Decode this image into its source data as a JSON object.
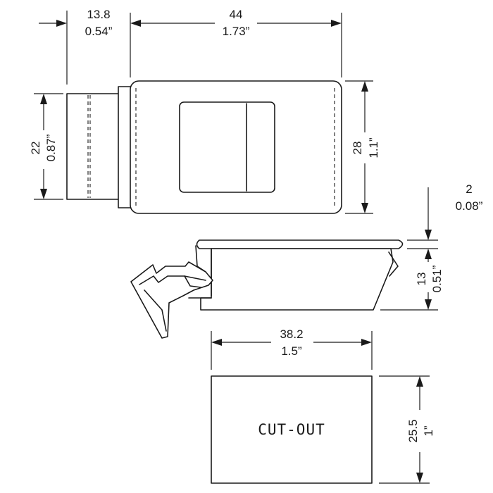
{
  "dimensions": {
    "protrusion_width": {
      "mm": "13.8",
      "in": "0.54”"
    },
    "body_width": {
      "mm": "44",
      "in": "1.73”"
    },
    "protrusion_height": {
      "mm": "22",
      "in": "0.87”"
    },
    "body_height": {
      "mm": "28",
      "in": "1.1”"
    },
    "flange_thickness": {
      "mm": "2",
      "in": "0.08”"
    },
    "depth": {
      "mm": "13",
      "in": "0.51”"
    },
    "cutout_width": {
      "mm": "38.2",
      "in": "1.5”"
    },
    "cutout_height": {
      "mm": "25.5",
      "in": "1”"
    }
  },
  "cutout": {
    "label": "CUT-OUT"
  }
}
